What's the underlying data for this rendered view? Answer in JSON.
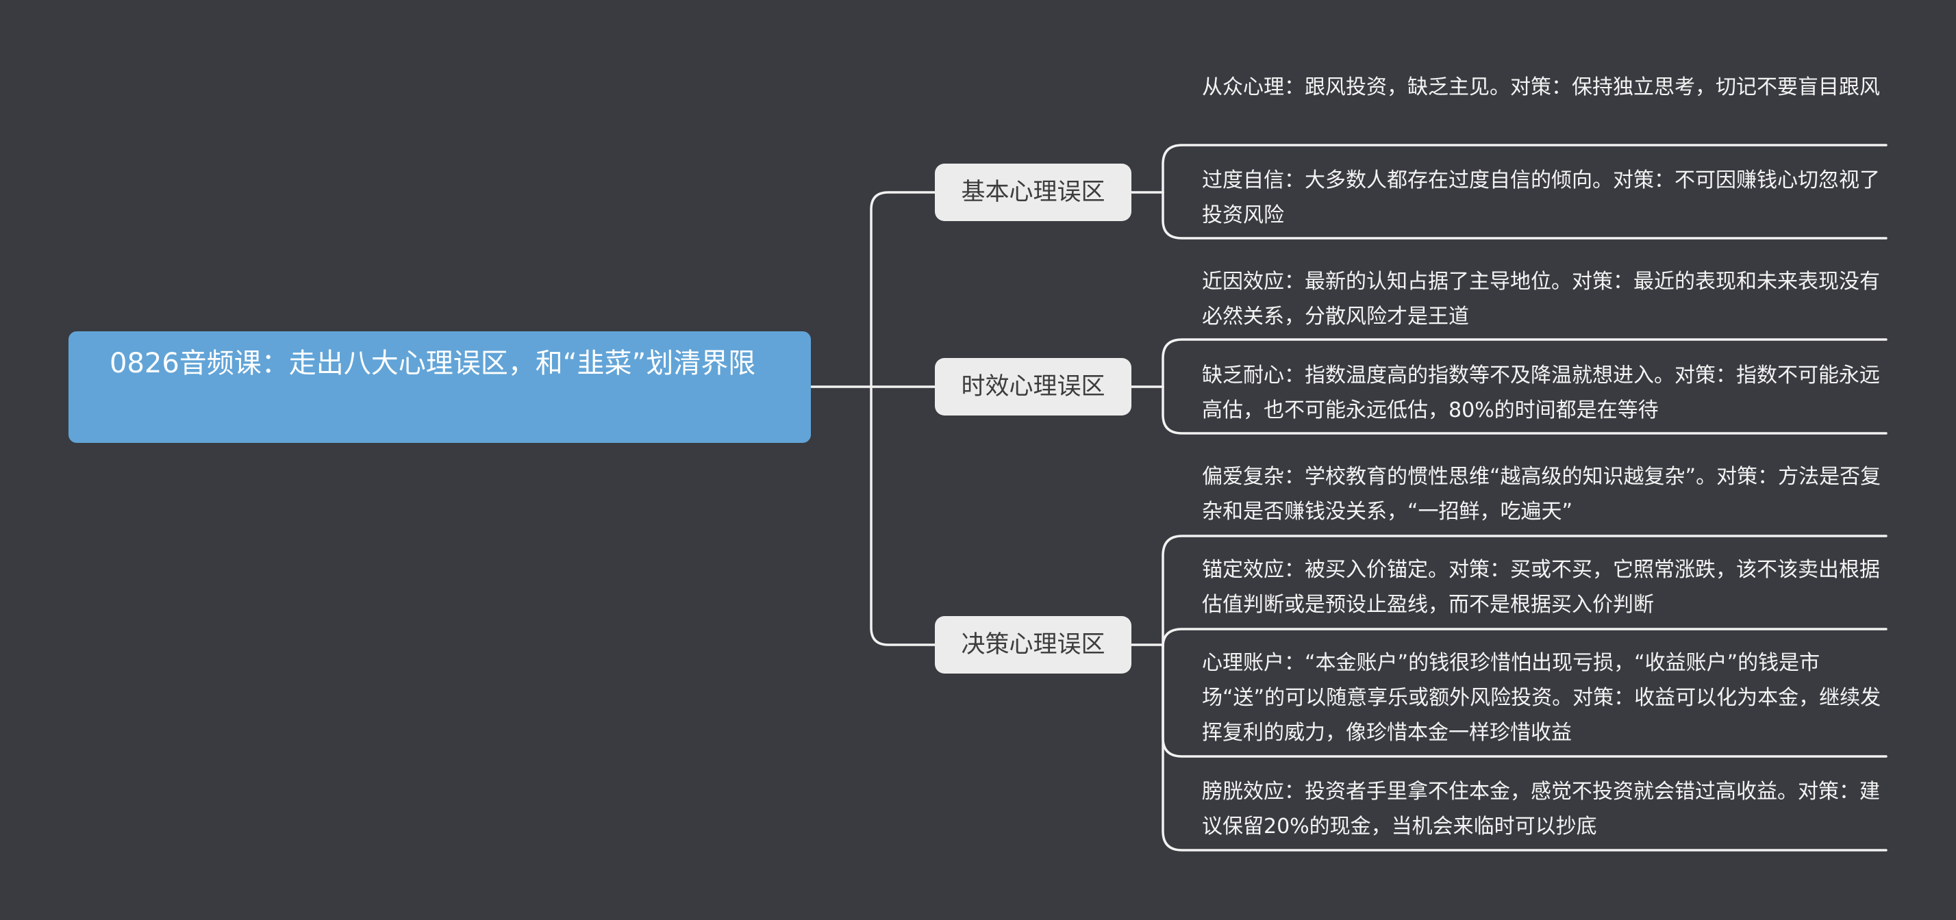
{
  "root": {
    "label": "0826音频课：走出八大心理误区，和“韭菜”划清界限"
  },
  "branches": [
    {
      "label": "基本心理误区",
      "leaves": [
        {
          "text": "从众心理：跟风投资，缺乏主见。对策：保持独立思考，切记不要盲目跟风"
        },
        {
          "text": "过度自信：大多数人都存在过度自信的倾向。对策：不可因赚钱心切忽视了投资风险"
        }
      ]
    },
    {
      "label": "时效心理误区",
      "leaves": [
        {
          "text": "近因效应：最新的认知占据了主导地位。对策：最近的表现和未来表现没有必然关系，分散风险才是王道"
        },
        {
          "text": "缺乏耐心：指数温度高的指数等不及降温就想进入。对策：指数不可能永远高估，也不可能永远低估，80%的时间都是在等待"
        }
      ]
    },
    {
      "label": "决策心理误区",
      "leaves": [
        {
          "text": "偏爱复杂：学校教育的惯性思维“越高级的知识越复杂”。对策：方法是否复杂和是否赚钱没关系，“一招鲜，吃遍天”"
        },
        {
          "text": "锚定效应：被买入价锚定。对策：买或不买，它照常涨跌，该不该卖出根据估值判断或是预设止盈线，而不是根据买入价判断"
        },
        {
          "text": "心理账户：“本金账户”的钱很珍惜怕出现亏损，“收益账户”的钱是市场“送”的可以随意享乐或额外风险投资。对策：收益可以化为本金，继续发挥复利的威力，像珍惜本金一样珍惜收益"
        },
        {
          "text": "膀胱效应：投资者手里拿不住本金，感觉不投资就会错过高收益。对策：建议保留20%的现金，当机会来临时可以抄底"
        }
      ]
    }
  ],
  "colors": {
    "background": "#393b40",
    "root_fill": "#62a4d7",
    "branch_fill": "#ececec",
    "line": "#f2f2f2",
    "leaf_text": "#f4f4f4"
  }
}
